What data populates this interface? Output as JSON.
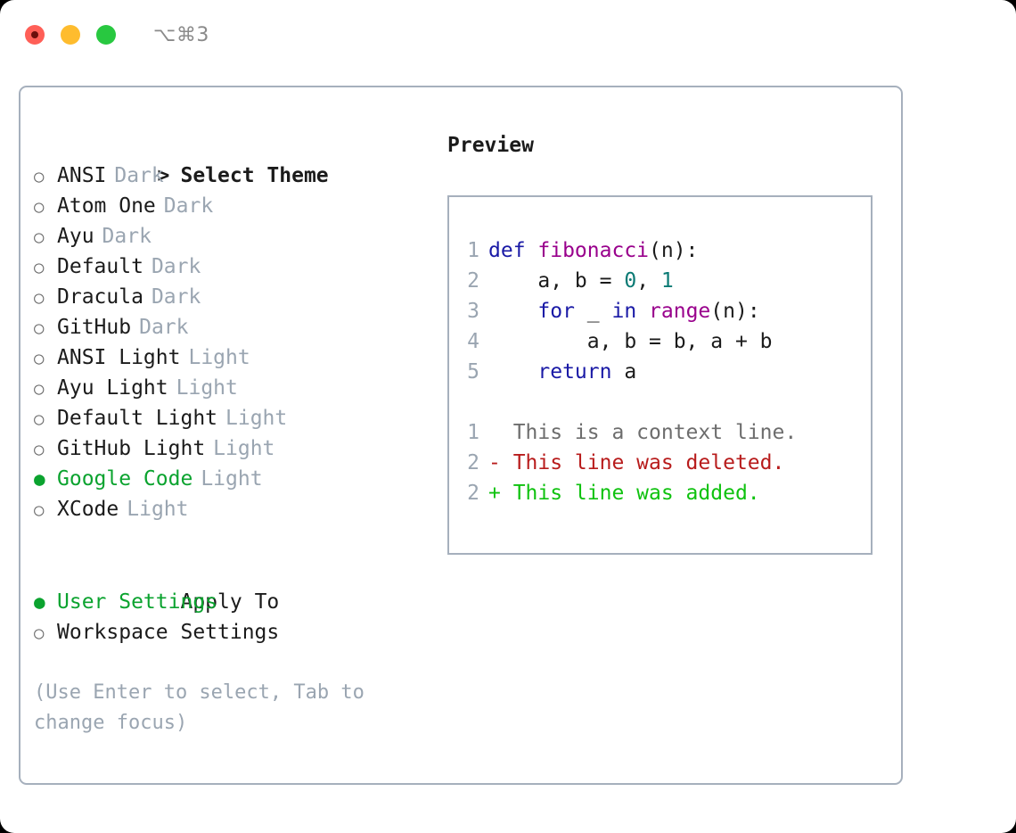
{
  "window": {
    "shortcut": "⌥⌘3",
    "traffic_lights": [
      {
        "name": "close",
        "color": "#ff5f57"
      },
      {
        "name": "minimize",
        "color": "#febc2e"
      },
      {
        "name": "maximize",
        "color": "#28c840"
      }
    ]
  },
  "colors": {
    "accent_green": "#0ba32f",
    "muted": "#9aa5b1",
    "border": "#a6b0bd",
    "text": "#1b1b1b",
    "keyword": "#1a1aa6",
    "function": "#99008c",
    "number": "#0a7a74",
    "diff_context": "#6d6d6d",
    "diff_deleted": "#b81c1c",
    "diff_added": "#0fc20f"
  },
  "theme_section": {
    "caret": ">",
    "title": "Select Theme",
    "focused": true,
    "marker_selected": "●",
    "marker_unselected": "○",
    "items": [
      {
        "label": "ANSI",
        "tag": "Dark",
        "selected": false
      },
      {
        "label": "Atom One",
        "tag": "Dark",
        "selected": false
      },
      {
        "label": "Ayu",
        "tag": "Dark",
        "selected": false
      },
      {
        "label": "Default",
        "tag": "Dark",
        "selected": false
      },
      {
        "label": "Dracula",
        "tag": "Dark",
        "selected": false
      },
      {
        "label": "GitHub",
        "tag": "Dark",
        "selected": false
      },
      {
        "label": "ANSI Light",
        "tag": "Light",
        "selected": false
      },
      {
        "label": "Ayu Light",
        "tag": "Light",
        "selected": false
      },
      {
        "label": "Default Light",
        "tag": "Light",
        "selected": false
      },
      {
        "label": "GitHub Light",
        "tag": "Light",
        "selected": false
      },
      {
        "label": "Google Code",
        "tag": "Light",
        "selected": true
      },
      {
        "label": "XCode",
        "tag": "Light",
        "selected": false
      }
    ]
  },
  "apply_section": {
    "caret": " ",
    "title": "Apply To",
    "focused": false,
    "items": [
      {
        "label": "User Settings",
        "tag": "",
        "selected": true
      },
      {
        "label": "Workspace Settings",
        "tag": "",
        "selected": false
      }
    ]
  },
  "hint": "(Use Enter to select, Tab to change focus)",
  "preview": {
    "title": "Preview",
    "code_lines": [
      {
        "lineno": "1",
        "tokens": [
          {
            "text": "def ",
            "type": "kw"
          },
          {
            "text": "fibonacci",
            "type": "fn"
          },
          {
            "text": "(n):",
            "type": "plain"
          }
        ]
      },
      {
        "lineno": "2",
        "tokens": [
          {
            "text": "    a, b = ",
            "type": "plain"
          },
          {
            "text": "0",
            "type": "num"
          },
          {
            "text": ", ",
            "type": "plain"
          },
          {
            "text": "1",
            "type": "num"
          }
        ]
      },
      {
        "lineno": "3",
        "tokens": [
          {
            "text": "    ",
            "type": "plain"
          },
          {
            "text": "for",
            "type": "kw"
          },
          {
            "text": " _ ",
            "type": "plain"
          },
          {
            "text": "in",
            "type": "kw"
          },
          {
            "text": " ",
            "type": "plain"
          },
          {
            "text": "range",
            "type": "fn"
          },
          {
            "text": "(n):",
            "type": "plain"
          }
        ]
      },
      {
        "lineno": "4",
        "tokens": [
          {
            "text": "        a, b = b, a + b",
            "type": "plain"
          }
        ]
      },
      {
        "lineno": "5",
        "tokens": [
          {
            "text": "    ",
            "type": "plain"
          },
          {
            "text": "return",
            "type": "kw"
          },
          {
            "text": " a",
            "type": "plain"
          }
        ]
      }
    ],
    "diff_lines": [
      {
        "lineno": "1",
        "text": "  This is a context line.",
        "kind": "ctx"
      },
      {
        "lineno": "2",
        "text": "- This line was deleted.",
        "kind": "del"
      },
      {
        "lineno": "2",
        "text": "+ This line was added.",
        "kind": "add"
      }
    ]
  }
}
